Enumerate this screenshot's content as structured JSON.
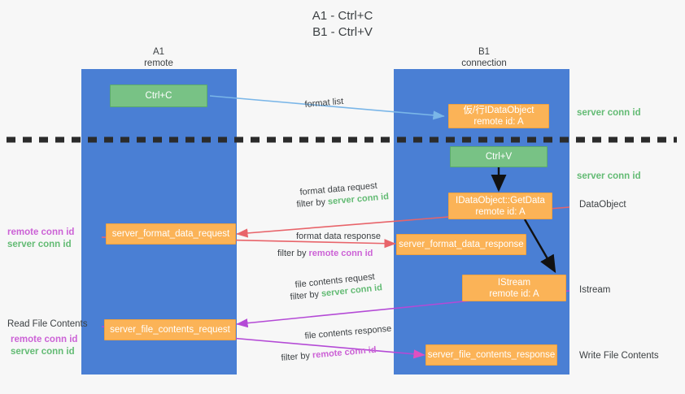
{
  "title": {
    "line1": "A1 - Ctrl+C",
    "line2": "B1 - Ctrl+V"
  },
  "colors": {
    "lane": "#4a7fd4",
    "green_box": "#78c285",
    "orange_box": "#fbb357",
    "green_text": "#63bb74",
    "purple_text": "#cc62d6",
    "divider": "#2b2b2b",
    "arrow_blue": "#7ab6e8",
    "arrow_red": "#e8646a",
    "arrow_purple": "#b44ad6",
    "arrow_magenta": "#e050c0",
    "arrow_black": "#111111",
    "background": "#f7f7f7"
  },
  "lanes": [
    {
      "id": "a1",
      "name": "A1",
      "sub": "remote"
    },
    {
      "id": "b1",
      "name": "B1",
      "sub": "connection"
    }
  ],
  "nodes": {
    "ctrl_c": {
      "label": "Ctrl+C"
    },
    "idataobject_top": {
      "line1": "仮/行IDataObject",
      "line2": "remote id: A"
    },
    "ctrl_v": {
      "label": "Ctrl+V"
    },
    "getdata": {
      "line1": "IDataObject::GetData",
      "line2": "remote id: A"
    },
    "istream": {
      "line1": "IStream",
      "line2": "remote id: A"
    },
    "server_format_data_request": {
      "label": "server_format_data_request"
    },
    "server_format_data_response": {
      "label": "server_format_data_response"
    },
    "server_file_contents_request": {
      "label": "server_file_contents_request"
    },
    "server_file_contents_response": {
      "label": "server_file_contents_response"
    }
  },
  "edges": {
    "format_list": {
      "label": "format list"
    },
    "format_data_request": {
      "line1": "format data request",
      "filter_prefix": "filter by ",
      "filter_key": "server conn id"
    },
    "format_data_response": {
      "line1": "format data response",
      "filter_prefix": "filter by ",
      "filter_key": "remote conn id"
    },
    "file_contents_request": {
      "line1": "file contents request",
      "filter_prefix": "filter by ",
      "filter_key": "server conn id"
    },
    "file_contents_response": {
      "line1": "file contents response",
      "filter_prefix": "filter by ",
      "filter_key": "remote conn id"
    }
  },
  "side_labels": {
    "right": [
      {
        "id": "server-conn-id-top",
        "text": "server conn id",
        "kind": "green"
      },
      {
        "id": "server-conn-id-mid",
        "text": "server conn id",
        "kind": "green"
      },
      {
        "id": "dataobject",
        "text": "DataObject",
        "kind": "plain"
      },
      {
        "id": "istream",
        "text": "Istream",
        "kind": "plain"
      },
      {
        "id": "write-file-contents",
        "text": "Write File Contents",
        "kind": "plain"
      }
    ],
    "left": [
      {
        "id": "remote-conn-id-1",
        "text": "remote conn id",
        "kind": "purple"
      },
      {
        "id": "server-conn-id-1",
        "text": "server conn id",
        "kind": "green"
      },
      {
        "id": "read-file-contents",
        "text": "Read File Contents",
        "kind": "plain"
      },
      {
        "id": "remote-conn-id-2",
        "text": "remote conn id",
        "kind": "purple"
      },
      {
        "id": "server-conn-id-2",
        "text": "server conn id",
        "kind": "green"
      }
    ]
  }
}
